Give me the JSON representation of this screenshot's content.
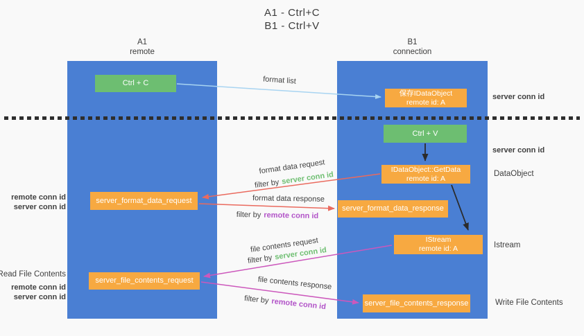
{
  "title": {
    "line1": "A1 - Ctrl+C",
    "line2": "B1 - Ctrl+V"
  },
  "lanes": {
    "a1": {
      "name": "A1",
      "role": "remote"
    },
    "b1": {
      "name": "B1",
      "role": "connection"
    }
  },
  "nodes": {
    "ctrl_c": "Ctrl + C",
    "ctrl_v": "Ctrl + V",
    "save_dataobject_line1": "保存IDataObject",
    "save_dataobject_line2": "remote id: A",
    "getdata_line1": "IDataObject::GetData",
    "getdata_line2": "remote id: A",
    "istream_line1": "IStream",
    "istream_line2": "remote id: A",
    "format_request": "server_format_data_request",
    "format_response": "server_format_data_response",
    "file_request": "server_file_contents_request",
    "file_response": "server_file_contents_response"
  },
  "flows": {
    "format_list": "format list",
    "format_data_request": "format data request",
    "format_data_response": "format data response",
    "file_contents_request": "file contents request",
    "file_contents_response": "file contents response",
    "filter_by": "filter by",
    "server_conn_id": "server conn id",
    "remote_conn_id": "remote conn id"
  },
  "annotations": {
    "right": {
      "server_conn_id_top": "server conn id",
      "server_conn_id_mid": "server conn id",
      "dataobject": "DataObject",
      "istream": "Istream",
      "write_file_contents": "Write File Contents"
    },
    "left": {
      "remote_conn_id_top": "remote conn id",
      "server_conn_id_top": "server conn id",
      "read_file_contents": "Read File Contents",
      "remote_conn_id_bottom": "remote conn id",
      "server_conn_id_bottom": "server conn id"
    }
  },
  "colors": {
    "lane_blue": "#4a7fd3",
    "node_orange": "#f7a941",
    "node_green": "#6dbe71",
    "green_text": "#6fbf72",
    "purple_text": "#b254c8",
    "arrow_red": "#ea6a5e",
    "arrow_pink": "#cc58bc",
    "arrow_blue": "#a8d4f1",
    "arrow_black": "#2b2b2b"
  }
}
